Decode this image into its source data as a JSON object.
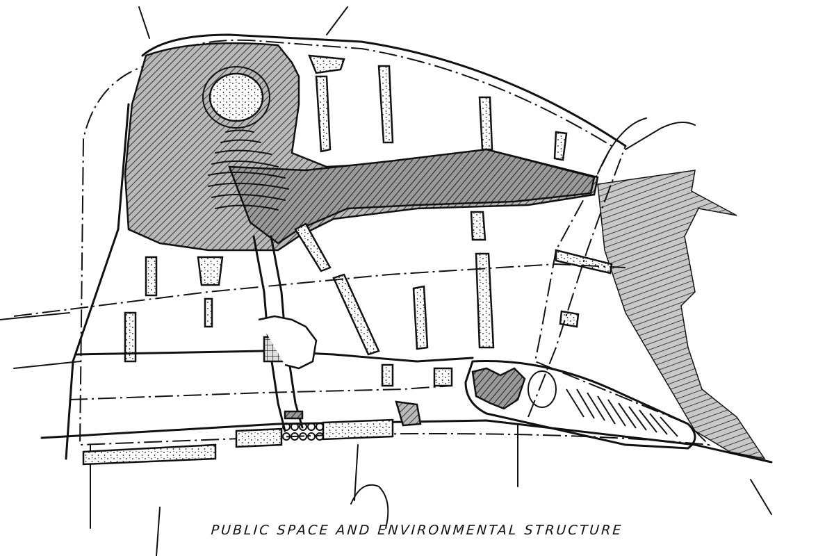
{
  "figure": {
    "type": "hand-drawn urban site plan",
    "caption": "PUBLIC SPACE AND ENVIRONMENTAL STRUCTURE",
    "colors": {
      "ink": "#111111",
      "paper": "#ffffff",
      "hatch_fill": "#8a8a8a"
    },
    "legend_like_fills": [
      {
        "name": "wooded-parkland",
        "pattern": "diagonal hatch"
      },
      {
        "name": "planted-boulevard-medians",
        "pattern": "stipple dots"
      },
      {
        "name": "civic-plaza",
        "pattern": "grid"
      },
      {
        "name": "waterfront-slope",
        "pattern": "horizontal hatch"
      }
    ]
  }
}
